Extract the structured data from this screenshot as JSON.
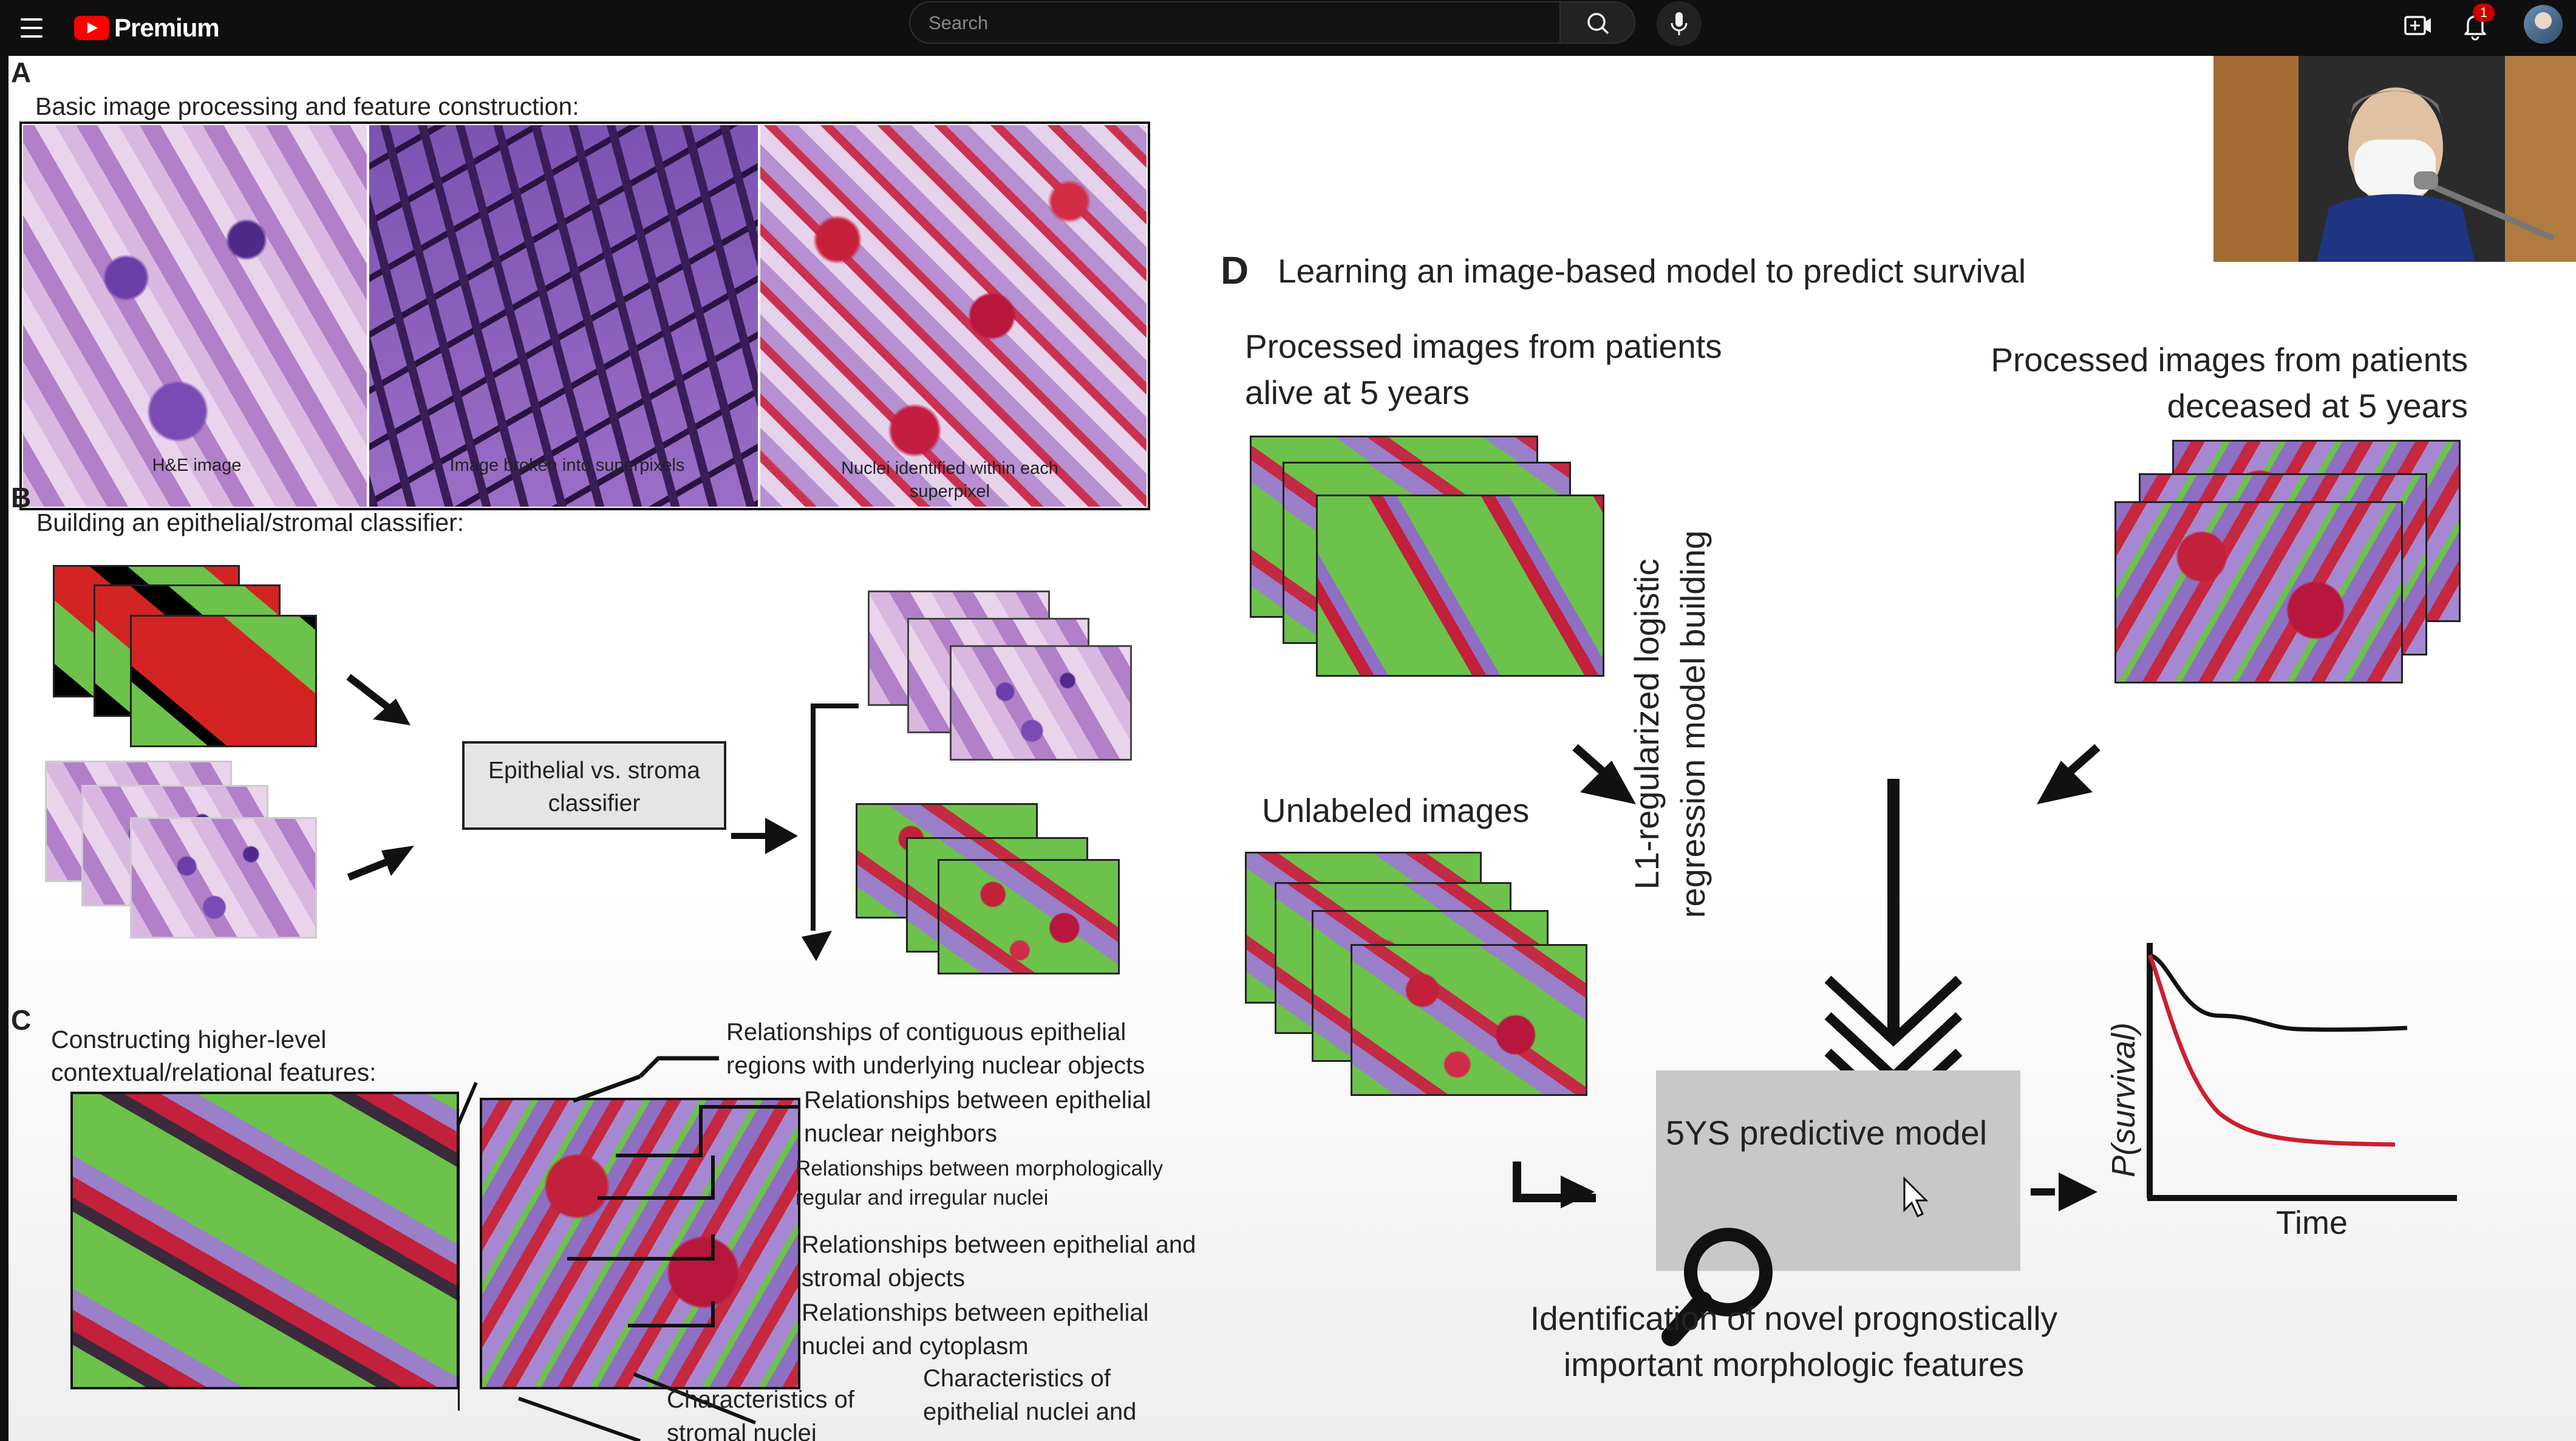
{
  "header": {
    "brand": "Premium",
    "search_placeholder": "Search",
    "notifications_count": "1",
    "icons": [
      "menu-icon",
      "youtube-logo-icon",
      "search-icon",
      "mic-icon",
      "create-video-icon",
      "bell-icon",
      "avatar"
    ]
  },
  "slide": {
    "panel_a": {
      "letter": "A",
      "title": "Basic image processing and feature construction:",
      "captions": [
        "H&E image",
        "Image broken into superpixels",
        "Nuclei identified within each superpixel"
      ]
    },
    "panel_b": {
      "letter": "B",
      "title": "Building an epithelial/stromal classifier:",
      "classifier_label": "Epithelial vs. stroma classifier"
    },
    "panel_c": {
      "letter": "C",
      "title": "Constructing higher-level contextual/relational features:",
      "features": [
        "Relationships of contiguous epithelial regions with underlying nuclear objects",
        "Relationships between epithelial nuclear neighbors",
        "Relationships between morphologically regular and irregular nuclei",
        "Relationships between epithelial and stromal objects",
        "Relationships between epithelial nuclei and cytoplasm",
        "Characteristics of epithelial nuclei and",
        "Characteristics of stromal nuclei"
      ]
    },
    "panel_d": {
      "letter": "D",
      "title": "Learning an image-based model to predict survival",
      "alive_label": "Processed images from patients alive at 5 years",
      "deceased_label": "Processed images from patients deceased at 5 years",
      "unlabeled_label": "Unlabeled images",
      "regression_label": "L1-regularized logistic regression model building",
      "model_label": "5YS predictive model",
      "identification_label": "Identification of novel prognostically important morphologic features",
      "chart_ylabel": "P(survival)",
      "chart_xlabel": "Time"
    }
  },
  "colors": {
    "topbar": "#0f0f0f",
    "brand_red": "#ff0000",
    "curve_red": "#cc1f2e",
    "curve_black": "#111111",
    "tissue_green": "#6cc24a",
    "tissue_purple": "#8e6fc4"
  }
}
